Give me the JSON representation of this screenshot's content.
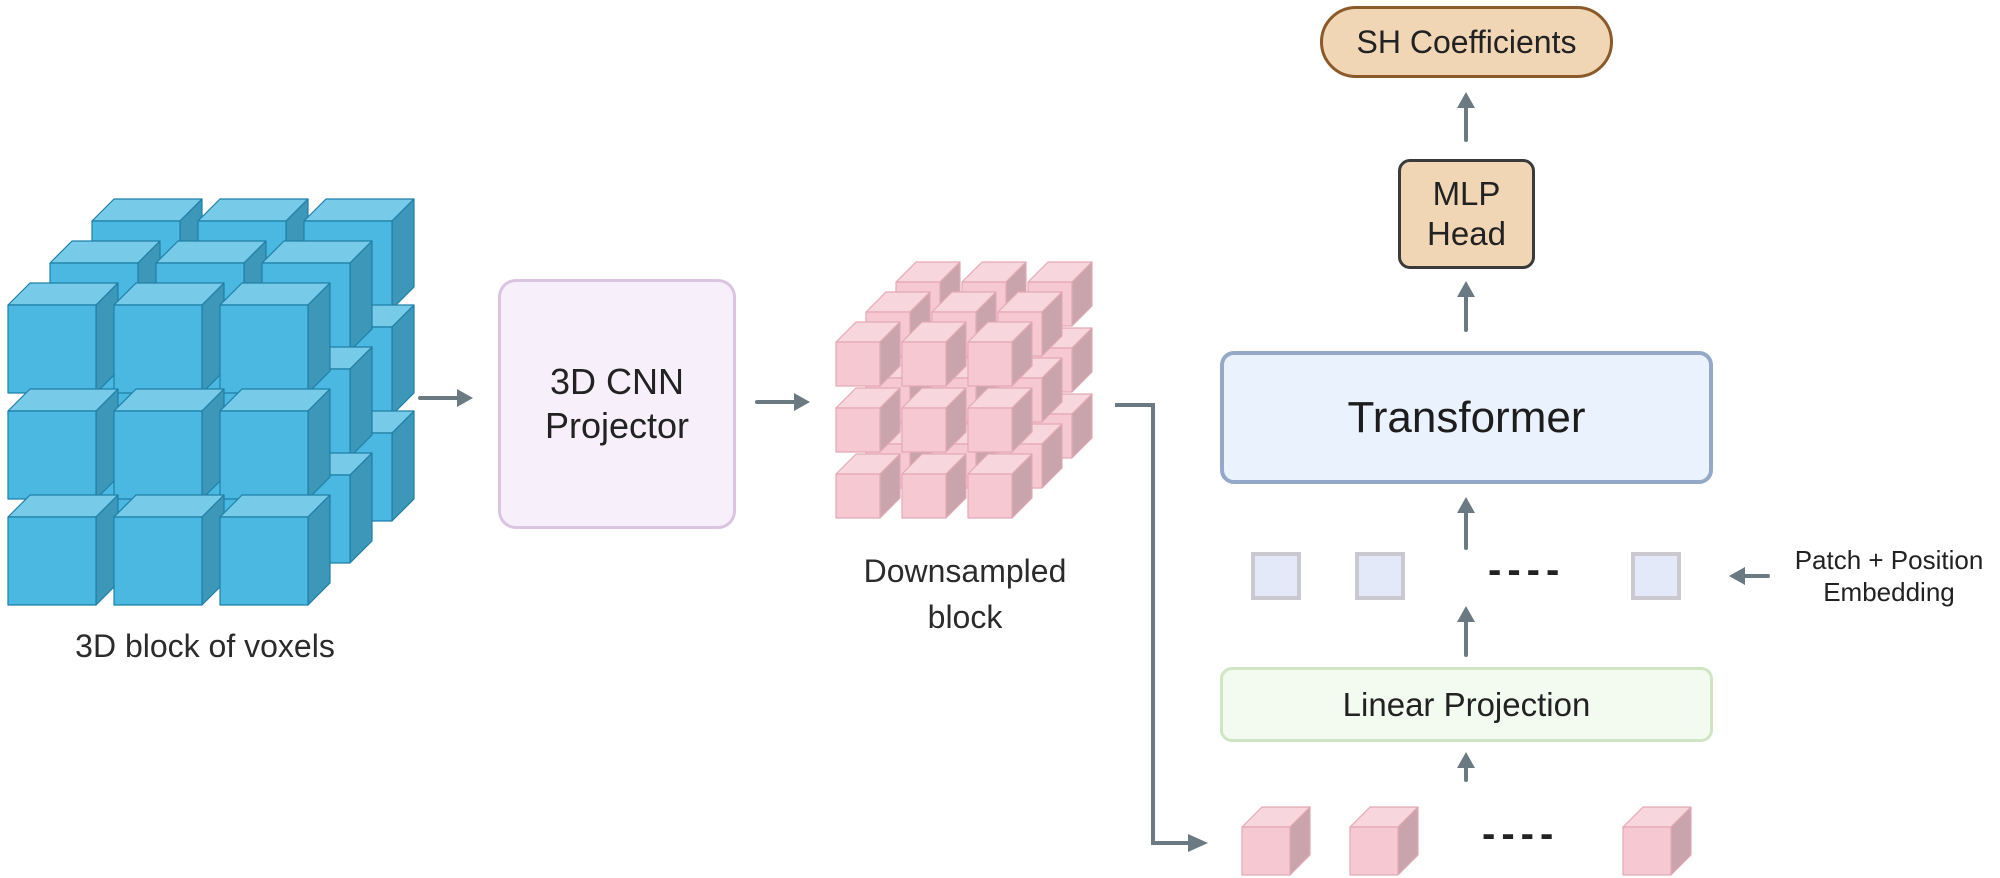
{
  "nodes": {
    "voxels_caption": "3D block of voxels",
    "cnn_line1": "3D CNN",
    "cnn_line2": "Projector",
    "downsampled_line1": "Downsampled",
    "downsampled_line2": "block",
    "transformer": "Transformer",
    "linear_projection": "Linear Projection",
    "mlp_line1": "MLP",
    "mlp_line2": "Head",
    "sh_coefficients": "SH Coefficients",
    "embedding_line1": "Patch + Position",
    "embedding_line2": "Embedding",
    "ellipsis": "----"
  },
  "colors": {
    "voxel_cube": "#4ab8e0",
    "downsampled_cube": "#f6c8d2",
    "cnn_fill": "#f7f0fb",
    "transformer_fill": "#eaf2fd",
    "linear_projection_fill": "#f3faf0",
    "head_fill": "#f1d6b6",
    "token_fill": "#e4e9fa",
    "arrow": "#6b7a82"
  },
  "structure": {
    "voxel_grid": "3x3x3",
    "downsampled_grid": "3x3x3",
    "visible_tokens": 3,
    "visible_patches": 3
  }
}
